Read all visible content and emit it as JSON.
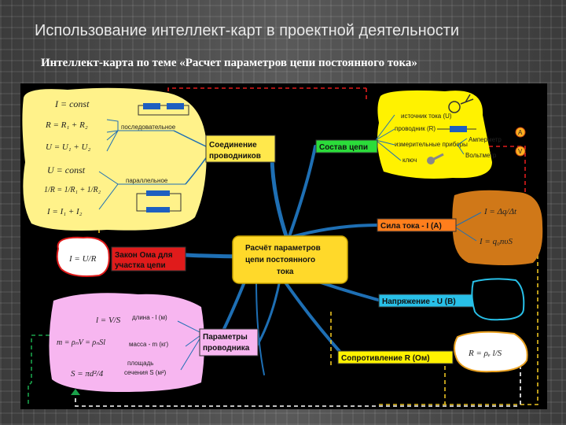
{
  "slide": {
    "title": "Использование интеллект-карт в проектной деятельности",
    "subtitle": "Интеллект-карта по теме «Расчет параметров цепи постоянного тока»"
  },
  "center": {
    "lines": [
      "Расчёт параметров",
      "цепи постоянного",
      "тока"
    ]
  },
  "nodes": {
    "connection": {
      "lines": [
        "Соединение",
        "проводников"
      ]
    },
    "composition": {
      "label": "Состав цепи"
    },
    "current": {
      "label": "Сила тока - I (A)"
    },
    "ohm": {
      "lines": [
        "Закон Ома для",
        "участка цепи"
      ]
    },
    "voltage": {
      "label": "Напряжение - U (B)"
    },
    "params": {
      "lines": [
        "Параметры",
        "проводника"
      ]
    },
    "resistance": {
      "label": "Сопротивление R (Ом)"
    }
  },
  "connection_box": {
    "series_label": "последовательное",
    "parallel_label": "параллельное",
    "series_formulas": [
      "I = const",
      "R = R₁ + R₂",
      "U = U₁ + U₂"
    ],
    "parallel_formulas": [
      "U = const",
      "1/R = 1/R₁ + 1/R₂",
      "I = I₁ + I₂"
    ]
  },
  "composition_box": {
    "items": [
      "источник тока (U)",
      "проводник (R)",
      "измерительные приборы",
      "ключ"
    ],
    "instruments": [
      "Амперметр",
      "Вольтметр"
    ],
    "meter_symbols": [
      "A",
      "V"
    ]
  },
  "current_box": {
    "formulas": [
      "I = Δq/Δt",
      "I = q₀nυS"
    ]
  },
  "ohm_box": {
    "formula": "I = U/R"
  },
  "params_box": {
    "items": [
      "длина - l (м)",
      "масса - m (кг)",
      "площадь",
      "сечения S (м²)"
    ],
    "formulas": [
      "l = V/S",
      "m = ρₙV = ρₙSl",
      "S = πd²/4"
    ]
  },
  "resistance_box": {
    "formula": "R = ρₑ l/S"
  }
}
